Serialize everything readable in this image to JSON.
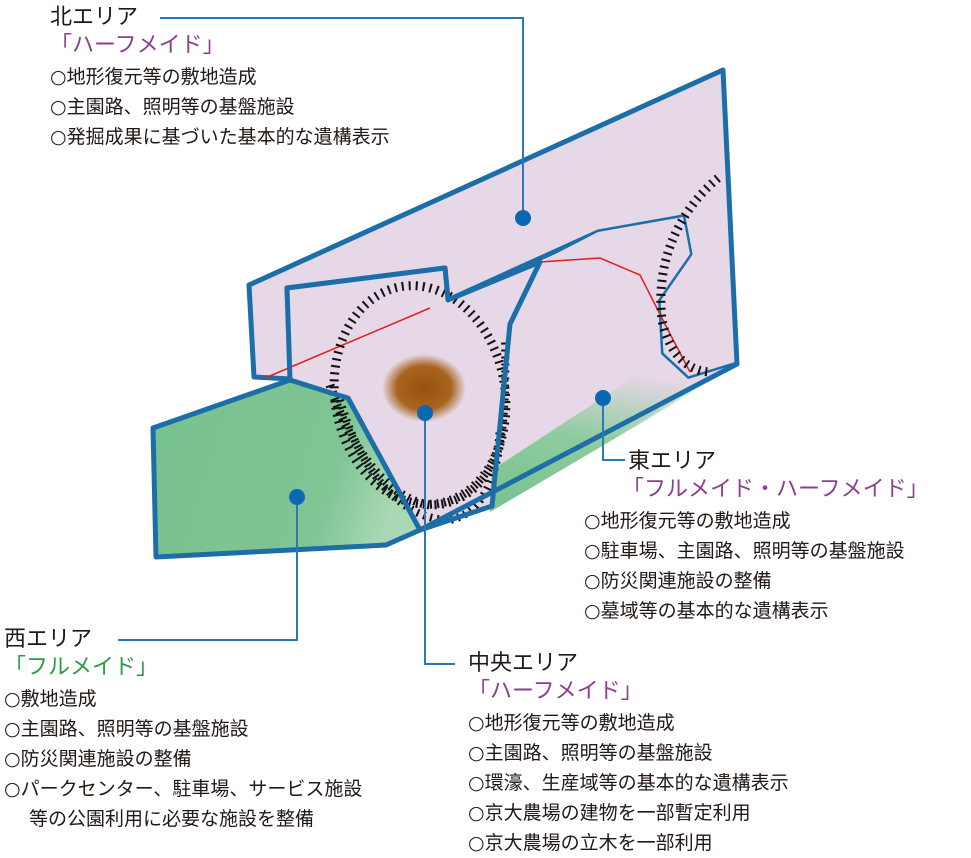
{
  "areas": {
    "north": {
      "title": "北エリア",
      "type": "「ハーフメイド」",
      "items": [
        "○地形復元等の敷地造成",
        "○主園路、照明等の基盤施設",
        "○発掘成果に基づいた基本的な遺構表示"
      ]
    },
    "east": {
      "title": "東エリア",
      "type": "「フルメイド・ハーフメイド」",
      "items": [
        "○地形復元等の敷地造成",
        "○駐車場、主園路、照明等の基盤施設",
        "○防災関連施設の整備",
        "○墓域等の基本的な遺構表示"
      ]
    },
    "west": {
      "title": "西エリア",
      "type": "「フルメイド」",
      "items": [
        "○敷地造成",
        "○主園路、照明等の基盤施設",
        "○防災関連施設の整備",
        "○パークセンター、駐車場、サービス施設",
        "等の公園利用に必要な施設を整備"
      ]
    },
    "central": {
      "title": "中央エリア",
      "type": "「ハーフメイド」",
      "items": [
        "○地形復元等の敷地造成",
        "○主園路、照明等の基盤施設",
        "○環濠、生産域等の基本的な遺構表示",
        "○京大農場の建物を一部暫定利用",
        "○京大農場の立木を一部利用"
      ]
    }
  },
  "colors": {
    "boundary": "#1b6ea8",
    "leader": "#2b79b8",
    "dot": "#0a68b2",
    "halfmade_fill": "#e6d8e6",
    "fullmade_fill": "#77c28e",
    "mound": "#a05a14",
    "red_line": "#e02020",
    "purple_text": "#8b3f8f",
    "green_text": "#2f9a45"
  }
}
